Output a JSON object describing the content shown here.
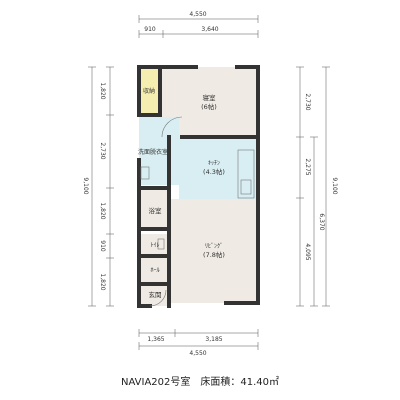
{
  "colors": {
    "wall": "#333333",
    "floor": "#efeae3",
    "wet_area": "#d8eef2",
    "storage": "#f4efb0",
    "dimension_line": "#555555"
  },
  "dimensions": {
    "top_total": "4,550",
    "top_left": "910",
    "top_right": "3,640",
    "bottom_left": "1,365",
    "bottom_right": "3,185",
    "bottom_total": "4,550",
    "left_1": "1,820",
    "left_2": "2,730",
    "left_3": "1,820",
    "left_4": "910",
    "left_5": "1,820",
    "left_total": "9,100",
    "right_1": "2,730",
    "right_2": "2,275",
    "right_3": "4,095",
    "right_mid": "6,370",
    "right_total": "9,100"
  },
  "rooms": {
    "storage": "収納",
    "bedroom": "寝室",
    "bedroom_size": "(6帖)",
    "washroom": "洗面脱衣室",
    "kitchen": "ｷｯﾁﾝ",
    "kitchen_size": "(4.3帖)",
    "bathroom": "浴室",
    "toilet": "ﾄｲﾚ",
    "hall": "ﾎｰﾙ",
    "living": "ﾘﾋﾞﾝｸﾞ",
    "living_size": "(7.8帖)",
    "entrance": "玄関"
  },
  "caption": "NAVIA202号室　床面積：41.40㎡"
}
